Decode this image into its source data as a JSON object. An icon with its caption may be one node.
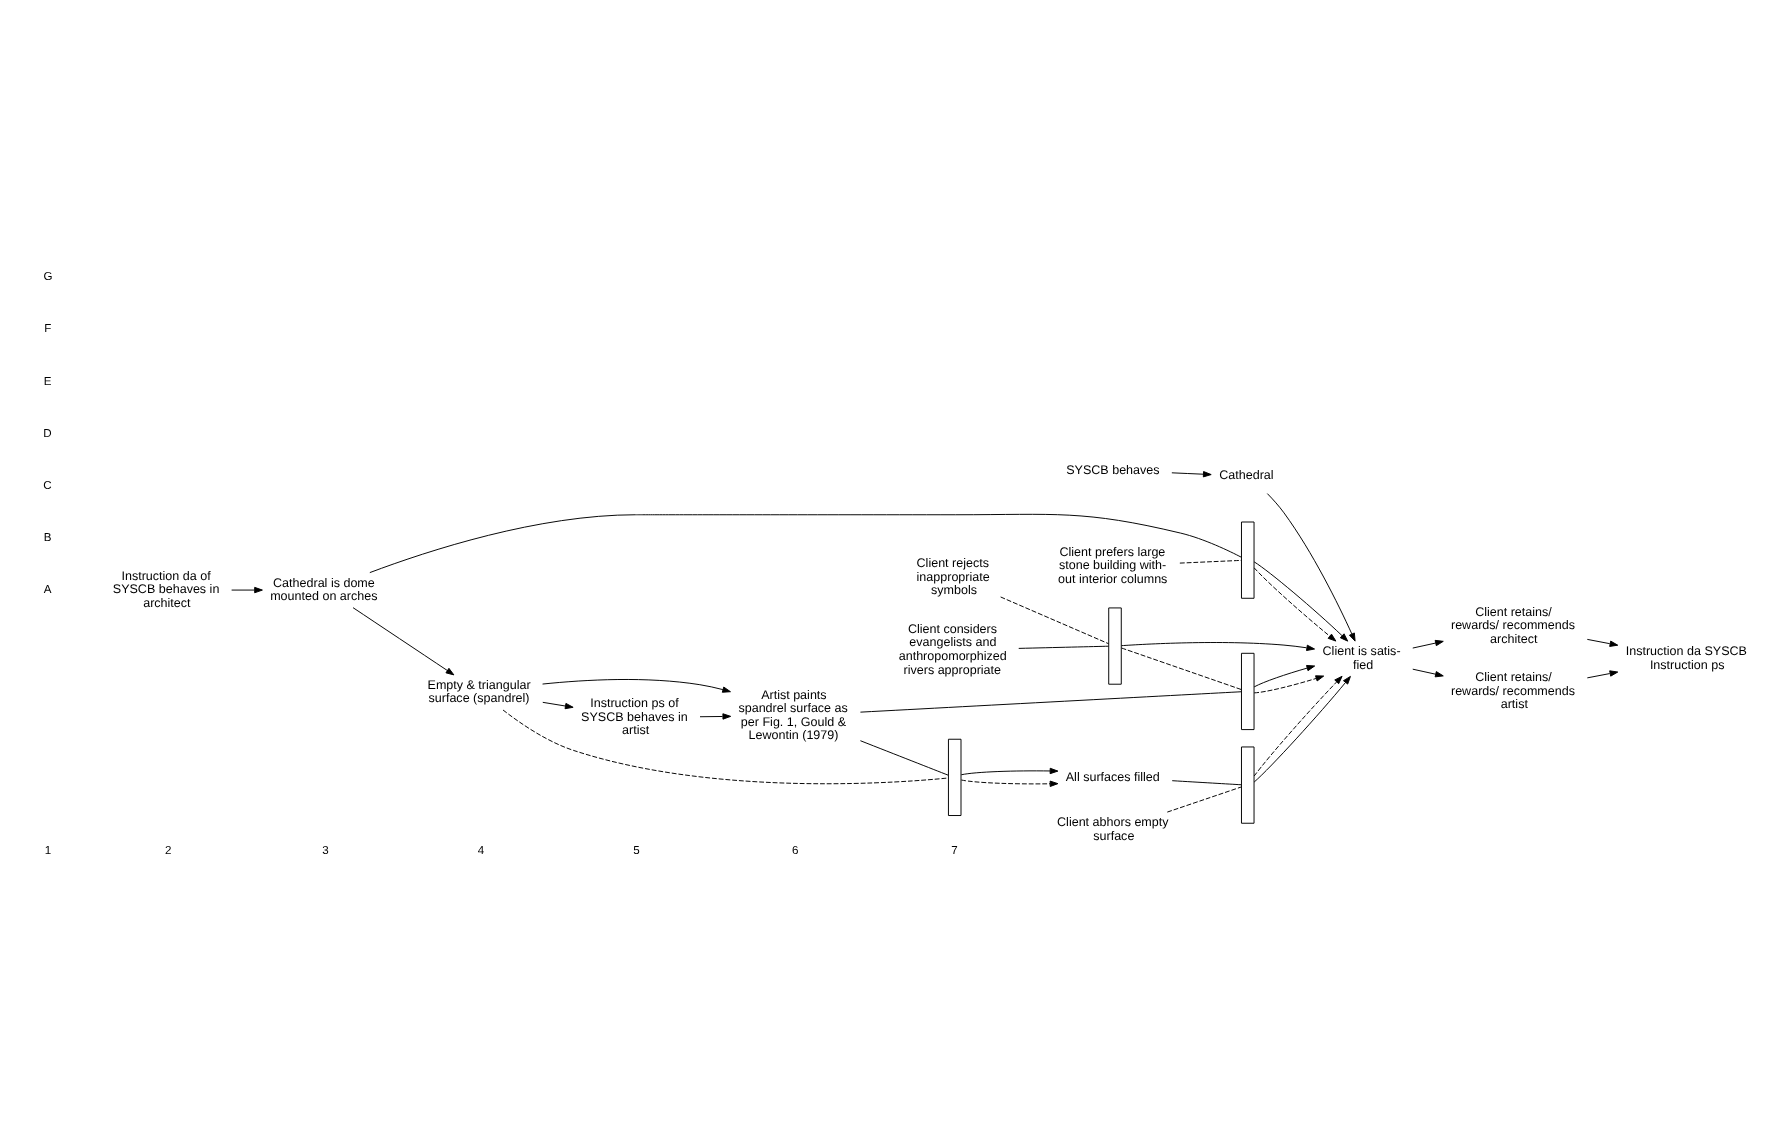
{
  "diagram": {
    "nodes": [
      {
        "text": [
          "Instruction da of SYSCB behaves in architect"
        ]
      },
      {
        "text": [
          "Cathedral is dome mounted on arches"
        ]
      },
      {
        "text": [
          "Empty & triangular surface (spandrel)"
        ]
      },
      {
        "text": [
          "Instruction ps of SYSCB behaves in artist"
        ]
      },
      {
        "text": [
          "Artist paints spandrel surface as per Fig. 1, Gould & Lewontin (1979)"
        ]
      },
      {
        "text": [
          "SYSCB behaves"
        ]
      },
      {
        "text": [
          "Cathedral"
        ]
      },
      {
        "text": [
          "Client prefers large stone building with- out interior columns"
        ]
      },
      {
        "text": [
          "All surfaces filled"
        ]
      },
      {
        "text": [
          "Client abhors empty surface"
        ]
      },
      {
        "text": [
          "Client considers evangelists and anthropomorphized rivers appropriate"
        ]
      },
      {
        "text": [
          "Client rejects inappropriate symbols"
        ]
      },
      {
        "text": [
          "Client is satis- fied"
        ]
      },
      {
        "text": [
          "Client retains/ rewards/ recommends architect"
        ]
      },
      {
        "text": [
          "Instruction da SYSCB Instruction ps"
        ]
      },
      {
        "text": [
          "Client retains/ rewards/ recommends artist"
        ]
      },
      {
        "text": [],
        "shape": "bar"
      },
      {
        "text": [],
        "shape": "bar"
      },
      {
        "text": [],
        "shape": "bar"
      },
      {
        "text": [],
        "shape": "bar"
      },
      {
        "text": [],
        "shape": "bar"
      }
    ],
    "edges": [
      {
        "from": 0,
        "to": 1,
        "arrow": "to"
      },
      {
        "from": 1,
        "to": 2,
        "arrow": "to"
      },
      {
        "from": 2,
        "to": 3,
        "arrow": "to"
      },
      {
        "from": 2,
        "to": 4,
        "arrow": "to"
      },
      {
        "from": 3,
        "to": 4,
        "arrow": "to"
      },
      {
        "from": 5,
        "to": 6,
        "arrow": "to"
      },
      {
        "from": 6,
        "to": 12,
        "arrow": "to"
      },
      {
        "from": 7,
        "to": 16,
        "arrow": "none",
        "style": "dashed"
      },
      {
        "from": 16,
        "to": 12,
        "arrow": "to",
        "style": "dashed"
      },
      {
        "from": 1,
        "to": 16,
        "arrow": "none"
      },
      {
        "from": 16,
        "to": 12,
        "arrow": "to"
      },
      {
        "from": 2,
        "to": 17,
        "arrow": "none",
        "style": "dashed"
      },
      {
        "from": 17,
        "to": 8,
        "arrow": "to",
        "style": "dashed"
      },
      {
        "from": 4,
        "to": 17,
        "arrow": "none"
      },
      {
        "from": 17,
        "to": 8,
        "arrow": "to"
      },
      {
        "from": 8,
        "to": 18,
        "arrow": "none"
      },
      {
        "from": 18,
        "to": 12,
        "arrow": "to"
      },
      {
        "from": 9,
        "to": 18,
        "arrow": "none",
        "style": "dashed"
      },
      {
        "from": 18,
        "to": 12,
        "arrow": "to",
        "style": "dashed"
      },
      {
        "from": 10,
        "to": 19,
        "arrow": "none"
      },
      {
        "from": 19,
        "to": 12,
        "arrow": "to"
      },
      {
        "from": 11,
        "to": 19,
        "arrow": "none",
        "style": "dashed"
      },
      {
        "from": 19,
        "to": 20,
        "arrow": "none",
        "style": "dashed"
      },
      {
        "from": 20,
        "to": 12,
        "arrow": "to",
        "style": "dashed"
      },
      {
        "from": 4,
        "to": 20,
        "arrow": "none"
      },
      {
        "from": 20,
        "to": 12,
        "arrow": "to"
      },
      {
        "from": 12,
        "to": 13,
        "arrow": "to"
      },
      {
        "from": 12,
        "to": 15,
        "arrow": "to"
      },
      {
        "from": 13,
        "to": 14,
        "arrow": "to"
      },
      {
        "from": 15,
        "to": 14,
        "arrow": "to"
      }
    ],
    "labels": [
      "1",
      "2",
      "3",
      "4",
      "5",
      "6",
      "7",
      "A",
      "B",
      "C",
      "D",
      "E",
      "F",
      "G"
    ]
  }
}
